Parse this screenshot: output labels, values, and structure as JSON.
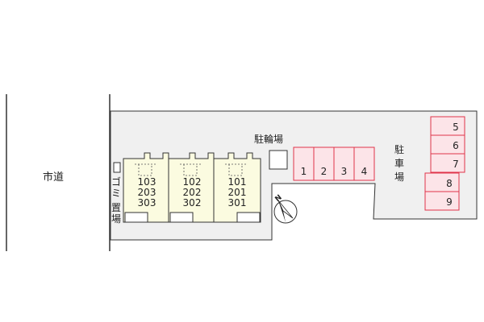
{
  "road": {
    "label": "市道"
  },
  "garbage": {
    "chars": [
      "ゴ",
      "ミ",
      "置",
      "場"
    ]
  },
  "bicycle_parking": {
    "label": "駐輪場"
  },
  "car_parking": {
    "chars": [
      "駐",
      "車",
      "場"
    ]
  },
  "buildings": [
    {
      "rooms": [
        "103",
        "203",
        "303"
      ]
    },
    {
      "rooms": [
        "102",
        "202",
        "302"
      ]
    },
    {
      "rooms": [
        "101",
        "201",
        "301"
      ]
    }
  ],
  "parking_spaces_row": [
    "1",
    "2",
    "3",
    "4"
  ],
  "parking_spaces_stack_upper": [
    "5",
    "6",
    "7"
  ],
  "parking_spaces_stack_lower": [
    "8",
    "9"
  ],
  "compass": {
    "letter": "N"
  },
  "colors": {
    "lot_fill": "#f0f0f0",
    "outline": "#333333",
    "parking_red": "#e0344a",
    "parking_fill": "#fce4e8",
    "building_fill": "#fbfbe0"
  }
}
